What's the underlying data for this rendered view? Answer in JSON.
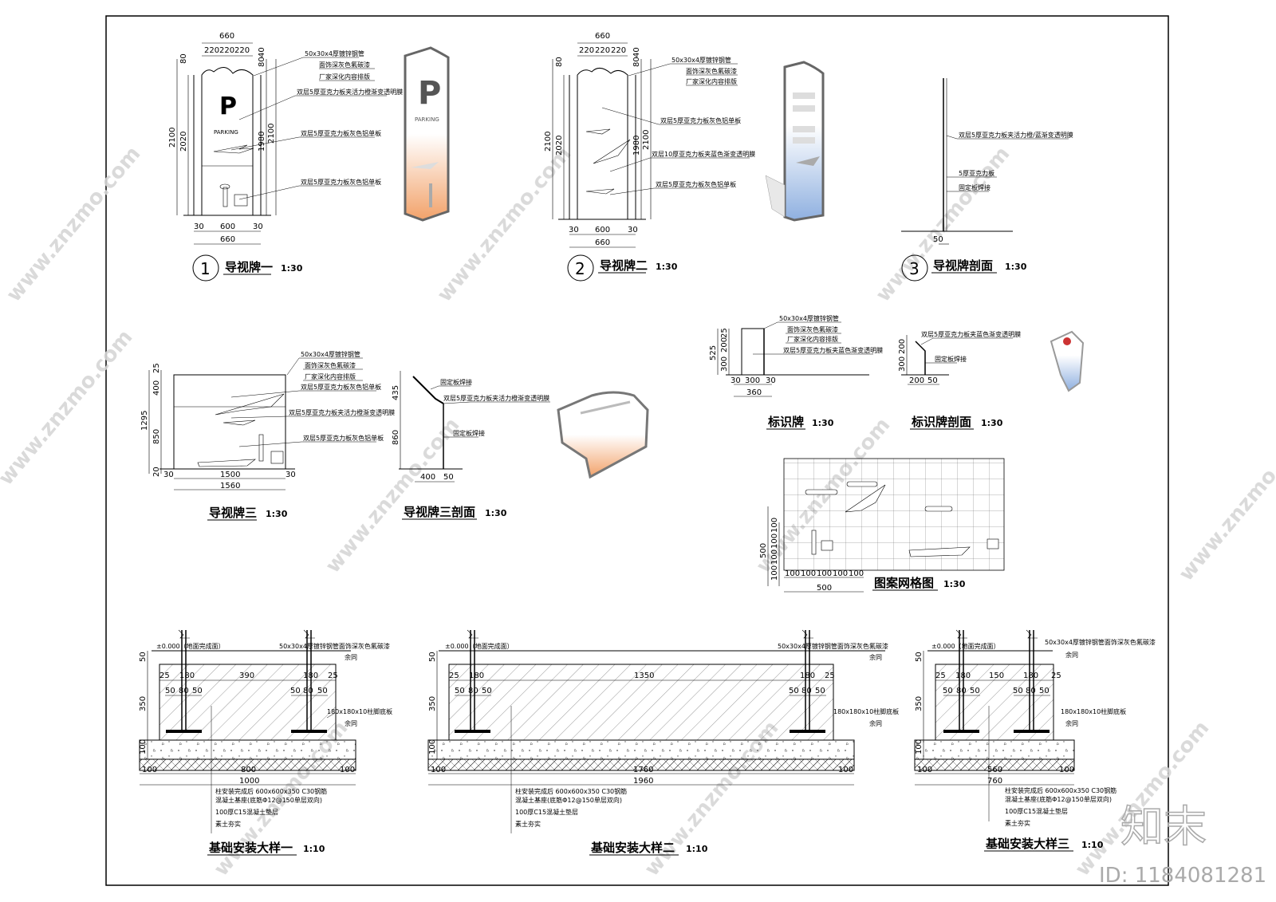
{
  "drawing": {
    "views": {
      "sign1": {
        "title": "导视牌一",
        "scale": "1:30",
        "number": "1"
      },
      "sign2": {
        "title": "导视牌二",
        "scale": "1:30",
        "number": "2"
      },
      "section3": {
        "title": "导视牌剖面",
        "scale": "1:30",
        "number": "3"
      },
      "sign3": {
        "title": "导视牌三",
        "scale": "1:30"
      },
      "sign3_section": {
        "title": "导视牌三剖面",
        "scale": "1:30"
      },
      "marker": {
        "title": "标识牌",
        "scale": "1:30"
      },
      "marker_section": {
        "title": "标识牌剖面",
        "scale": "1:30"
      },
      "pattern_grid": {
        "title": "图案网格图",
        "scale": "1:30"
      },
      "foundation1": {
        "title": "基础安装大样一",
        "scale": "1:10"
      },
      "foundation2": {
        "title": "基础安装大样二",
        "scale": "1:10"
      },
      "foundation3": {
        "title": "基础安装大样三",
        "scale": "1:10"
      }
    },
    "sign1": {
      "top_dims": [
        "660",
        "220",
        "220",
        "220"
      ],
      "left_dims": [
        "80",
        "2100",
        "2020"
      ],
      "right_dims": [
        "80",
        "40",
        "1980",
        "2100"
      ],
      "bottom_dims": [
        "30",
        "600",
        "30",
        "660"
      ],
      "parking_letter": "P",
      "parking_text": "PARKING",
      "notes": [
        "50x30x4厚镀锌钢管",
        "面饰深灰色氟碳漆",
        "厂家深化内容排版",
        "双层5厚亚克力板夹活力橙渐变透明膜",
        "双层5厚亚克力板灰色铝单板",
        "双层5厚亚克力板灰色铝单板"
      ]
    },
    "sign2": {
      "top_dims": [
        "660",
        "220",
        "220",
        "220"
      ],
      "left_dims": [
        "80",
        "2100",
        "2020"
      ],
      "right_dims": [
        "80",
        "40",
        "1980",
        "2100"
      ],
      "bottom_dims": [
        "30",
        "600",
        "30",
        "660"
      ],
      "notes": [
        "50x30x4厚镀锌钢管",
        "面饰深灰色氟碳漆",
        "厂家深化内容排版",
        "双层5厚亚克力板灰色铝单板",
        "双层10厚亚克力板夹蓝色渐变透明膜",
        "双层5厚亚克力板灰色铝单板"
      ]
    },
    "section3": {
      "bottom_dim": "50",
      "notes": [
        "双层5厚亚克力板夹活力橙/蓝渐变透明膜",
        "5厚亚克力板",
        "固定板焊接"
      ]
    },
    "sign3": {
      "left_dims": [
        "25",
        "400",
        "850",
        "20",
        "1295"
      ],
      "bottom_dims": [
        "30",
        "1500",
        "30",
        "1560"
      ],
      "notes": [
        "50x30x4厚镀锌钢管",
        "面饰深灰色氟碳漆",
        "厂家深化内容排版",
        "双层5厚亚克力板灰色铝单板",
        "双层5厚亚克力板夹活力橙渐变透明膜",
        "双层5厚亚克力板灰色铝单板"
      ]
    },
    "sign3_section": {
      "left_dims": [
        "435",
        "860"
      ],
      "bottom_dims": [
        "400",
        "50"
      ],
      "notes": [
        "固定板焊接",
        "双层5厚亚克力板夹活力橙渐变透明膜",
        "固定板焊接"
      ]
    },
    "marker": {
      "left_dims": [
        "25",
        "200",
        "525",
        "300"
      ],
      "bottom_dims": [
        "30",
        "300",
        "30",
        "360"
      ],
      "notes": [
        "50x30x4厚镀锌钢管",
        "面饰深灰色氟碳漆",
        "厂家深化内容排版",
        "双层5厚亚克力板夹蓝色渐变透明膜"
      ]
    },
    "marker_section": {
      "left_dims": [
        "200",
        "300"
      ],
      "bottom_dims": [
        "200",
        "50"
      ],
      "notes": [
        "双层5厚亚克力板夹蓝色渐变透明膜",
        "固定板焊接"
      ]
    },
    "pattern_grid": {
      "left_dims": [
        "100",
        "100",
        "100",
        "100",
        "500"
      ],
      "bottom_dims": [
        "100",
        "100",
        "100",
        "100",
        "100",
        "500"
      ]
    },
    "foundation1": {
      "level": "±0.000（地面完成面）",
      "top_note": "50x30x4厚镀锌钢管面饰深灰色氟碳漆",
      "top_note2": "余同",
      "dims_top": [
        "25",
        "180",
        "390",
        "180",
        "25"
      ],
      "dims_mid": [
        "50",
        "80",
        "50",
        "50",
        "80",
        "50"
      ],
      "left_dims": [
        "50",
        "350",
        "100"
      ],
      "bottom_dims": [
        "100",
        "800",
        "100",
        "1000"
      ],
      "plate_note": "180x180x10柱脚底板",
      "plate_note2": "余同",
      "notes": [
        "柱安装完成后 600x600x350 C30钢筋",
        "混凝土基座(底筋Φ12@150单层双向)",
        "100厚C15混凝土垫层",
        "素土夯实"
      ]
    },
    "foundation2": {
      "level": "±0.000（地面完成面）",
      "top_note": "50x30x4厚镀锌钢管面饰深灰色氟碳漆",
      "top_note2": "余同",
      "dims_top": [
        "25",
        "180",
        "1350",
        "180",
        "25"
      ],
      "dims_mid": [
        "50",
        "80",
        "50",
        "50",
        "80",
        "50"
      ],
      "left_dims": [
        "50",
        "350",
        "100"
      ],
      "bottom_dims": [
        "100",
        "1760",
        "100",
        "1960"
      ],
      "plate_note": "180x180x10柱脚底板",
      "plate_note2": "余同",
      "notes": [
        "柱安装完成后 600x600x350 C30钢筋",
        "混凝土基座(底筋Φ12@150单层双向)",
        "100厚C15混凝土垫层",
        "素土夯实"
      ]
    },
    "foundation3": {
      "level": "±0.000（地面完成面）",
      "top_note": "50x30x4厚镀锌钢管面饰深灰色氟碳漆",
      "top_note2": "余同",
      "dims_top": [
        "25",
        "180",
        "150",
        "180",
        "25"
      ],
      "dims_mid": [
        "50",
        "80",
        "50",
        "50",
        "80",
        "50"
      ],
      "left_dims": [
        "50",
        "350",
        "100"
      ],
      "bottom_dims": [
        "100",
        "560",
        "100",
        "760"
      ],
      "plate_note": "180x180x10柱脚底板",
      "plate_note2": "余同",
      "notes": [
        "柱安装完成后 600x600x350 C30钢筋",
        "混凝土基座(底筋Φ12@150单层双向)",
        "100厚C15混凝土垫层",
        "素土夯实"
      ]
    }
  },
  "watermark": {
    "text": "www.znzmo.com",
    "brand": "知末",
    "id": "ID: 1184081281"
  },
  "colors": {
    "line": "#000000",
    "orange": "#f2a26a",
    "blue": "#9db8e4",
    "watermark": "#d6d6d6"
  }
}
